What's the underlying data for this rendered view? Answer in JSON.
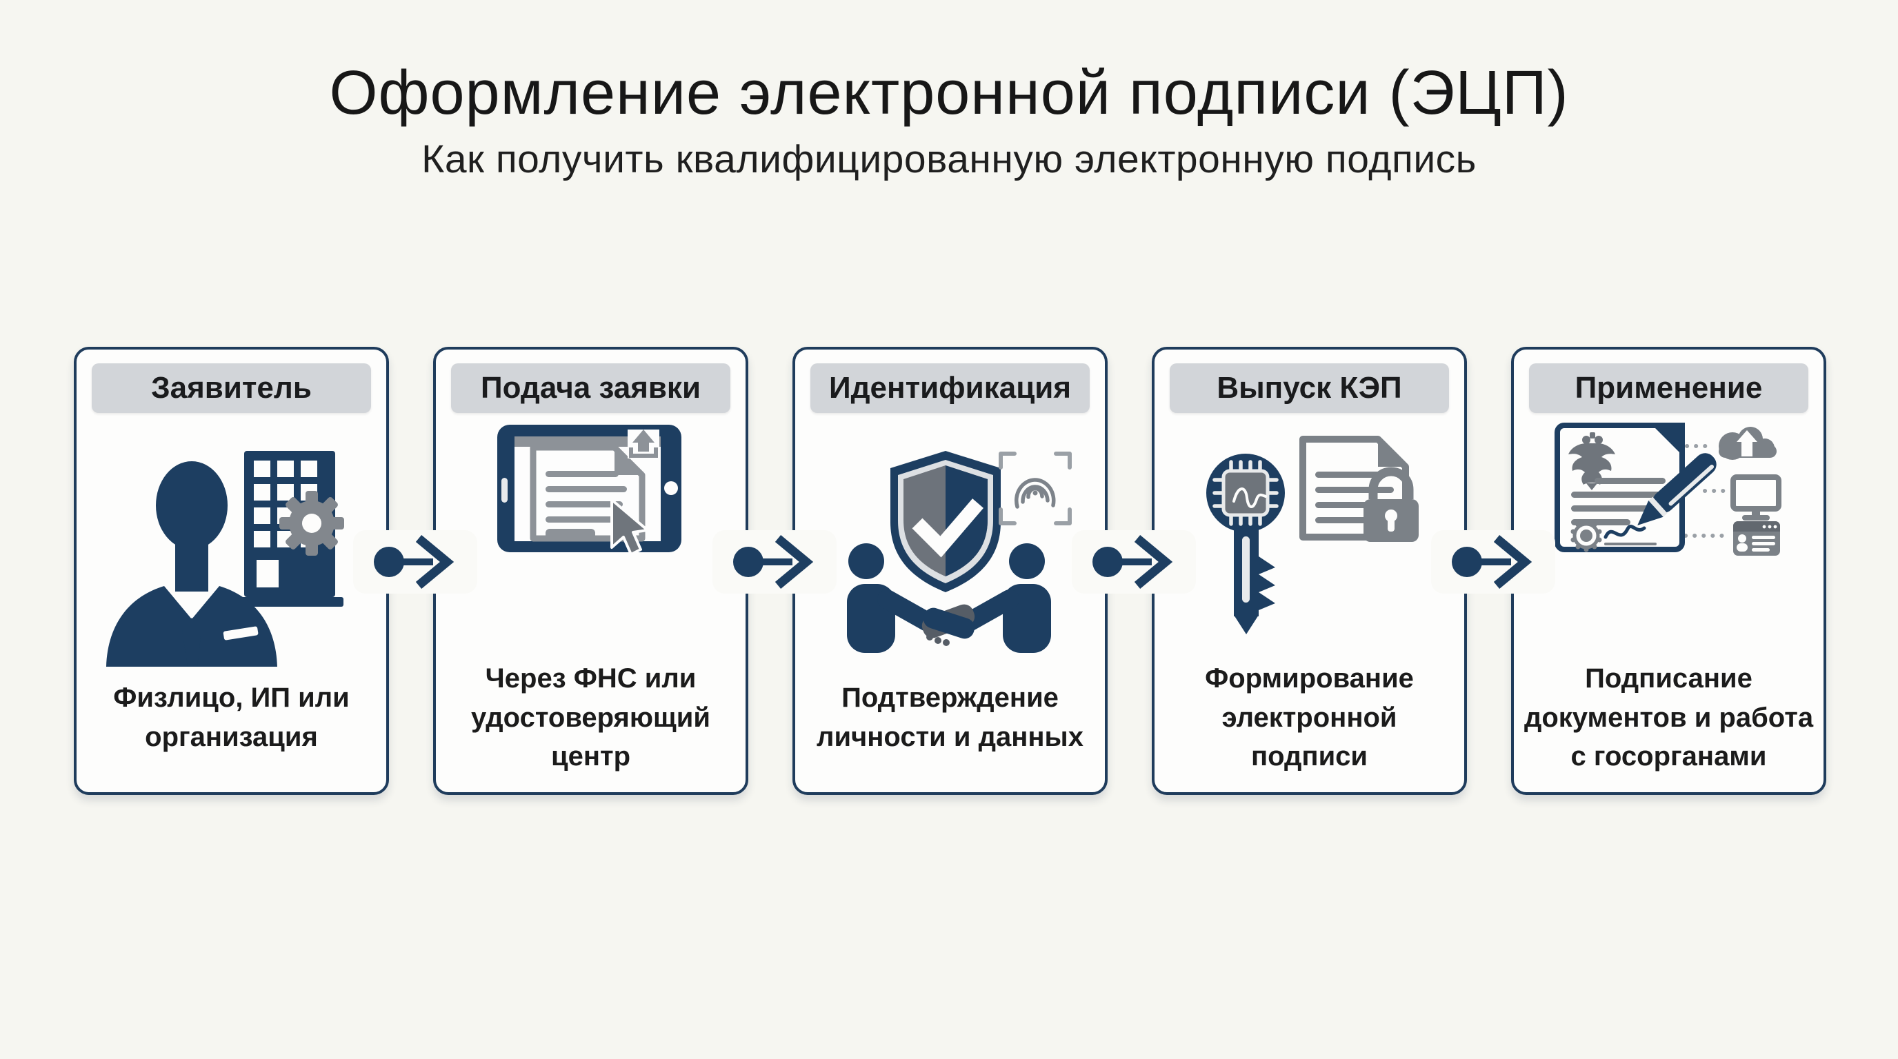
{
  "infographic": {
    "title": "Оформление электронной подписи (ЭЦП)",
    "subtitle": "Как получить квалифицированную электронную подпись"
  },
  "steps": [
    {
      "title": "Заявитель",
      "description": "Физлицо, ИП или\nорганизация",
      "icons": [
        "businessman-icon",
        "building-icon",
        "gear-icon"
      ]
    },
    {
      "title": "Подача заявки",
      "description": "Через ФНС или\nудостоверяющий\nцентр",
      "icons": [
        "tablet-icon",
        "document-icon",
        "upload-icon",
        "cursor-icon"
      ]
    },
    {
      "title": "Идентификация",
      "description": "Подтверждение\nличности и данных",
      "icons": [
        "shield-check-icon",
        "fingerprint-icon",
        "handshake-people-icon"
      ]
    },
    {
      "title": "Выпуск КЭП",
      "description": "Формирование\nэлектронной\nподписи",
      "icons": [
        "chip-key-icon",
        "locked-document-icon",
        "padlock-icon"
      ]
    },
    {
      "title": "Применение",
      "description": "Подписание\nдокументов и работа\nс госорганами",
      "icons": [
        "certificate-icon",
        "coat-of-arms-icon",
        "seal-icon",
        "signature-icon",
        "pen-icon",
        "cloud-upload-icon",
        "monitor-icon",
        "id-card-icon"
      ]
    }
  ],
  "colors": {
    "navy": "#1d3e61",
    "gray": "#7e848b",
    "dark_gray": "#5d646c",
    "light_gray": "#9aa0a6",
    "silver": "#dde0e3",
    "header_bg": "#d2d5d9",
    "card_bg": "#fdfdfc",
    "card_border": "#1f3c5c",
    "page_bg": "#f6f6f1",
    "text": "#1a1a1a"
  }
}
